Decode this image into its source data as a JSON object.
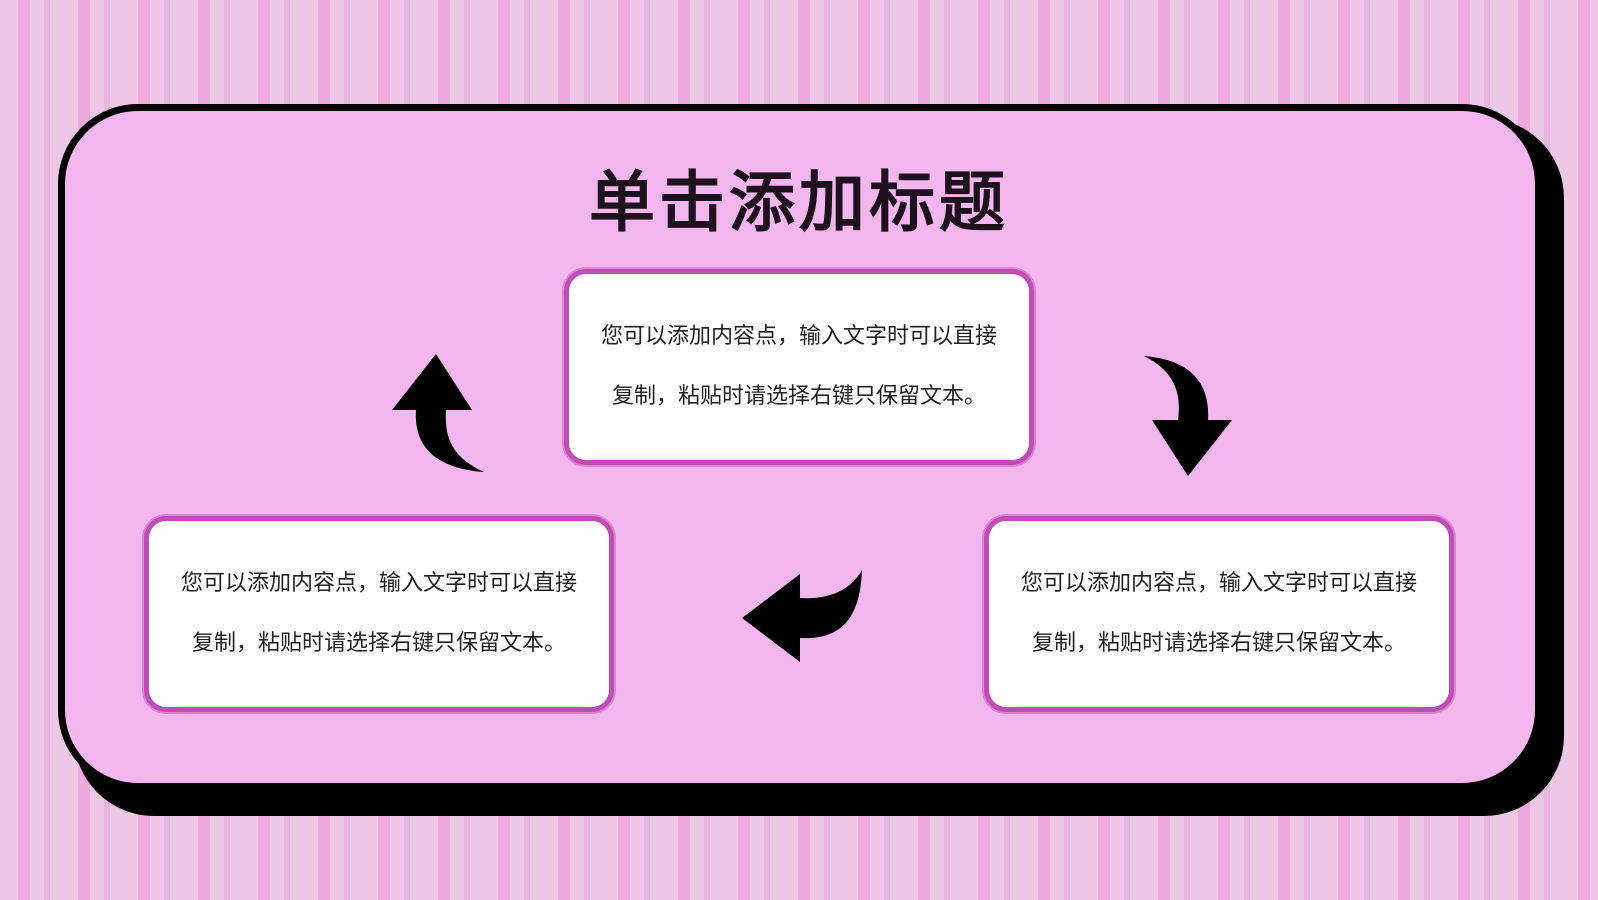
{
  "slide": {
    "title": "单击添加标题"
  },
  "cards": [
    {
      "text": "您可以添加内容点，输入文字时可以直接复制，粘贴时请选择右键只保留文本。"
    },
    {
      "text": "您可以添加内容点，输入文字时可以直接复制，粘贴时请选择右键只保留文本。"
    },
    {
      "text": "您可以添加内容点，输入文字时可以直接复制，粘贴时请选择右键只保留文本。"
    }
  ],
  "icons": {
    "up": "curved-up-arrow-icon",
    "down": "curved-down-arrow-icon",
    "left": "curved-left-arrow-icon"
  },
  "colors": {
    "panel": "#f3b6ee",
    "card_border": "#c24bb8",
    "stripe_light": "#ecc8e6",
    "stripe_dark": "#f0a9dd"
  }
}
